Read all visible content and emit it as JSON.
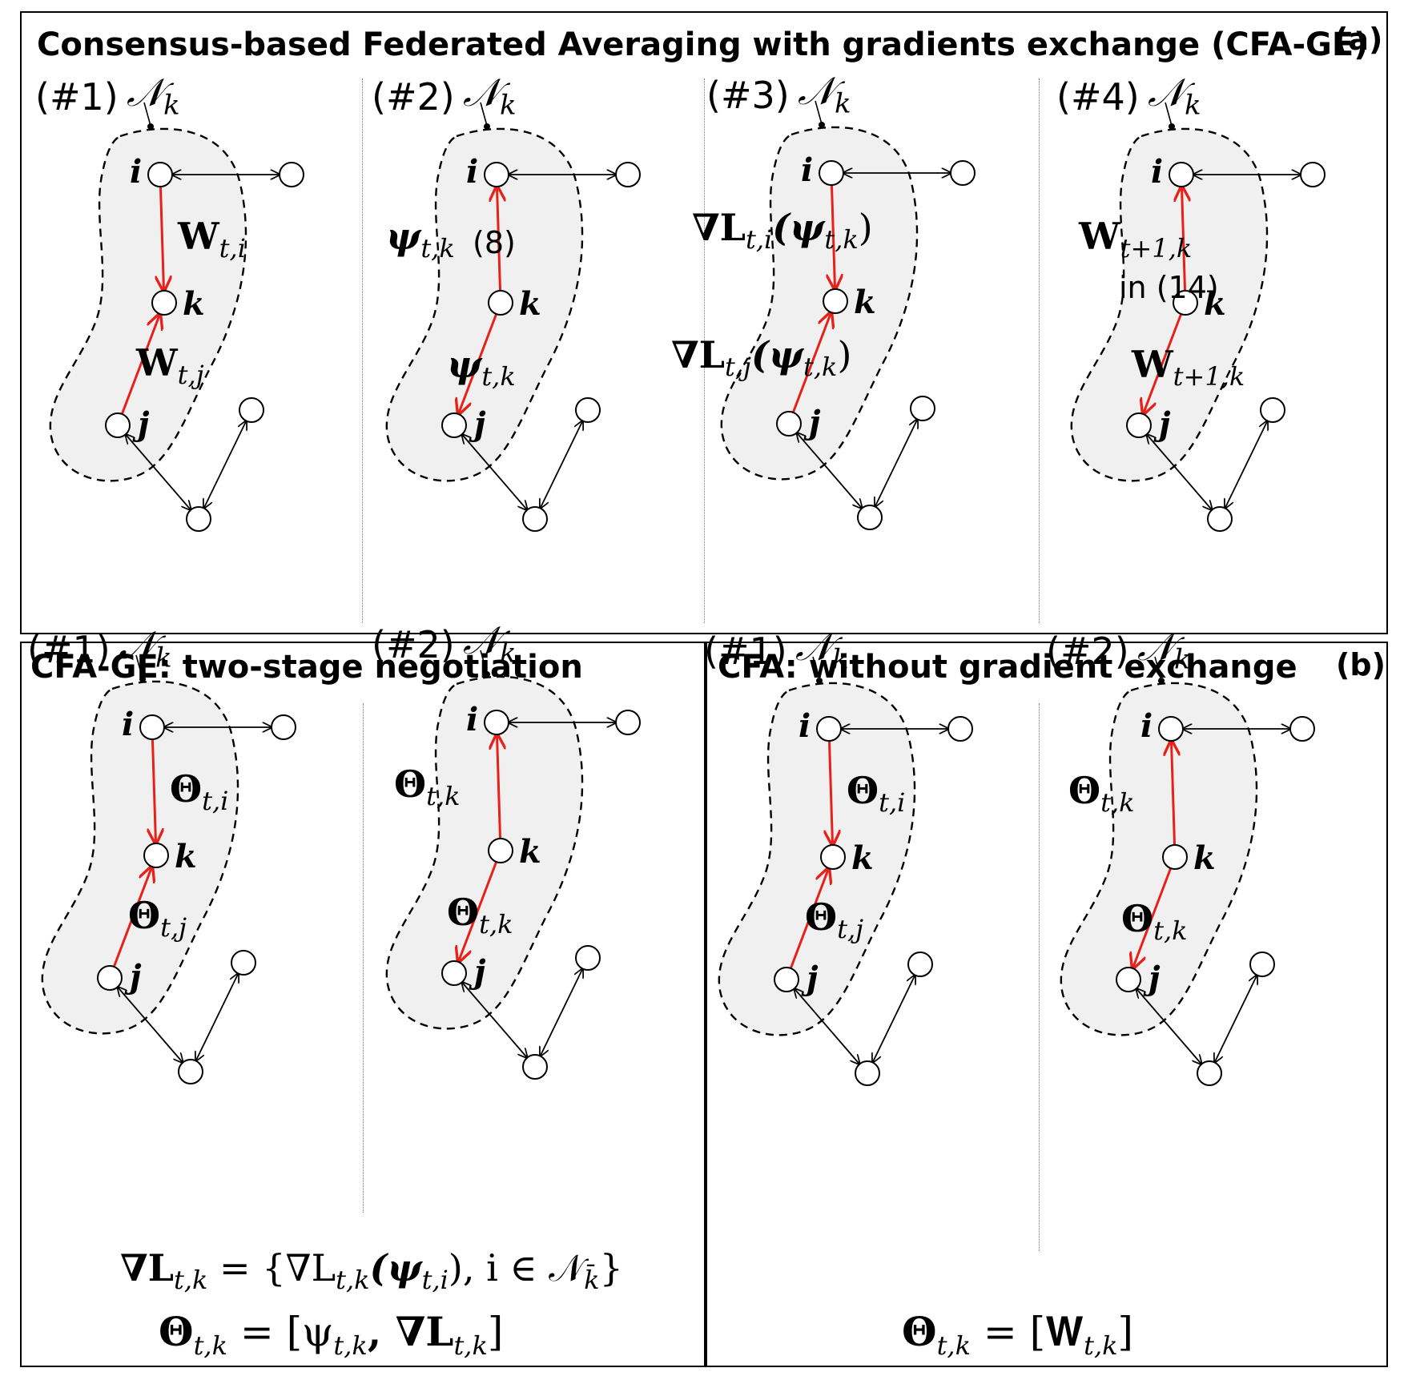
{
  "section_a": {
    "title": "Consensus-based Federated Averaging with gradients exchange (CFA-GE)",
    "tag": "(a)",
    "panels": [
      {
        "step": "(#1)",
        "neighborhood": "𝒩",
        "neighborhood_sub": "k",
        "nodes": {
          "i": "i",
          "k": "k",
          "j": "j"
        },
        "upper_label": "𝐖",
        "upper_sub": "t,i",
        "lower_label": "𝐖",
        "lower_sub": "t,j"
      },
      {
        "step": "(#2)",
        "neighborhood": "𝒩",
        "neighborhood_sub": "k",
        "nodes": {
          "i": "i",
          "k": "k",
          "j": "j"
        },
        "upper_label": "ψ",
        "upper_sub": "t,k",
        "upper_note": "(8)",
        "lower_label": "ψ",
        "lower_sub": "t,k"
      },
      {
        "step": "(#3)",
        "neighborhood": "𝒩",
        "neighborhood_sub": "k",
        "nodes": {
          "i": "i",
          "k": "k",
          "j": "j"
        },
        "upper_label": "∇L",
        "upper_sub": "t,i",
        "upper_arg": "(ψ",
        "upper_arg_sub": "t,k",
        "upper_close": ")",
        "lower_label": "∇L",
        "lower_sub": "t,j",
        "lower_arg": "(ψ",
        "lower_arg_sub": "t,k",
        "lower_close": ")"
      },
      {
        "step": "(#4)",
        "neighborhood": "𝒩",
        "neighborhood_sub": "k",
        "nodes": {
          "i": "i",
          "k": "k",
          "j": "j"
        },
        "upper_label": "𝐖",
        "upper_sub": "t+1,k",
        "upper_note": "in (14)",
        "lower_label": "𝐖",
        "lower_sub": "t+1,k"
      }
    ]
  },
  "section_b": {
    "tag": "(b)",
    "left": {
      "title": "CFA-GE: two-stage negotiation",
      "panels": [
        {
          "step": "(#1)",
          "neighborhood": "𝒩",
          "neighborhood_sub": "k",
          "nodes": {
            "i": "i",
            "k": "k",
            "j": "j"
          },
          "upper_label": "𝚯",
          "upper_sub": "t,i",
          "lower_label": "𝚯",
          "lower_sub": "t,j"
        },
        {
          "step": "(#2)",
          "neighborhood": "𝒩",
          "neighborhood_sub": "k",
          "nodes": {
            "i": "i",
            "k": "k",
            "j": "j"
          },
          "upper_label": "𝚯",
          "upper_sub": "t,k",
          "lower_label": "𝚯",
          "lower_sub": "t,k"
        }
      ],
      "formula1": {
        "lhs": "∇𝐋",
        "lhs_sub": "t,k",
        "mid": " = {∇L",
        "mid_sub": "t,k",
        "arg": "(ψ",
        "arg_sub": "t,i",
        "rest": "), i ∈ 𝒩",
        "rest_sub": "k̄",
        "close": "}"
      },
      "formula2": {
        "lhs": "𝚯",
        "lhs_sub": "t,k",
        "mid": " = [ψ",
        "mid_sub": "t,k",
        "rest": ", ∇𝐋",
        "rest_sub": "t,k",
        "close": "]"
      }
    },
    "right": {
      "title": "CFA: without gradient exchange",
      "panels": [
        {
          "step": "(#1)",
          "neighborhood": "𝒩",
          "neighborhood_sub": "k",
          "nodes": {
            "i": "i",
            "k": "k",
            "j": "j"
          },
          "upper_label": "𝚯",
          "upper_sub": "t,i",
          "lower_label": "𝚯",
          "lower_sub": "t,j"
        },
        {
          "step": "(#2)",
          "neighborhood": "𝒩",
          "neighborhood_sub": "k",
          "nodes": {
            "i": "i",
            "k": "k",
            "j": "j"
          },
          "upper_label": "𝚯",
          "upper_sub": "t,k",
          "lower_label": "𝚯",
          "lower_sub": "t,k"
        }
      ],
      "formula": {
        "lhs": "𝚯",
        "lhs_sub": "t,k",
        "mid": " = [𝐖",
        "mid_sub": "t,k",
        "close": "]"
      }
    }
  },
  "colors": {
    "red_edge": "#e8201a",
    "black_edge": "#000000",
    "blob_fill": "#f0f0f0"
  }
}
